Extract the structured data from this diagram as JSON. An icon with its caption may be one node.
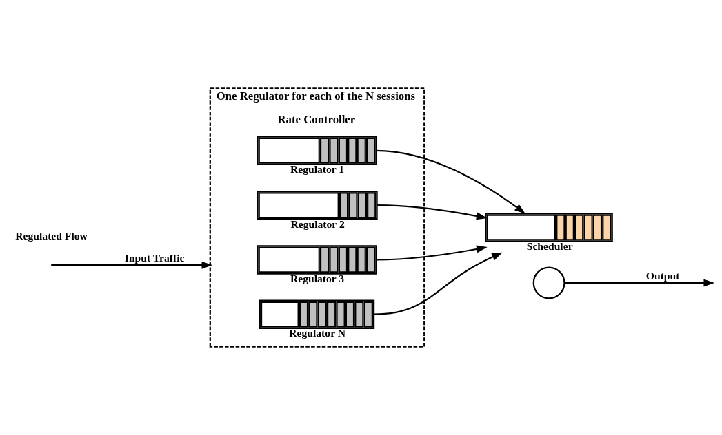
{
  "diagram": {
    "nodes": [
      {
        "text": [
          "One Regulator for each of the N sessions",
          "Rate Controller"
        ]
      },
      {
        "text": [
          "Regulator 1"
        ],
        "in": 0
      },
      {
        "text": [
          "Regulator 2"
        ],
        "in": 0
      },
      {
        "text": [
          "Regulator 3"
        ],
        "in": 0
      },
      {
        "text": [
          "Regulator N"
        ],
        "in": 0
      },
      {
        "text": [
          "Scheduler"
        ]
      },
      {
        "text": [],
        "shape": "circle"
      }
    ],
    "edges": [
      {
        "from": null,
        "to": 0,
        "arrow": "to",
        "label": "Input Traffic"
      },
      {
        "from": 1,
        "to": 5,
        "arrow": "to"
      },
      {
        "from": 2,
        "to": 5,
        "arrow": "to"
      },
      {
        "from": 3,
        "to": 5,
        "arrow": "to"
      },
      {
        "from": 4,
        "to": 5,
        "arrow": "to"
      },
      {
        "from": 6,
        "to": null,
        "arrow": "to",
        "label": "Output"
      }
    ],
    "labels": [
      "Regulated Flow"
    ]
  }
}
